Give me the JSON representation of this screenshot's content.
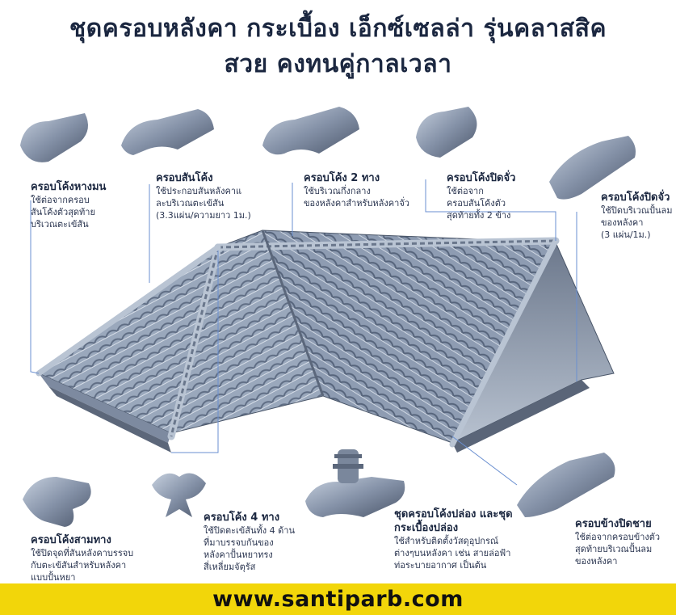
{
  "header": {
    "title_line1": "ชุดครอบหลังคา กระเบื้อง เอ็กซ์เซลล่า รุ่นคลาสสิค",
    "title_line2": "สวย คงทนคู่กาลเวลา"
  },
  "parts": [
    {
      "name": "ครอบโค้งหางมน",
      "lines": [
        "ใช้ต่อจากครอบ",
        "สันโค้งตัวสุดท้าย",
        "บริเวณตะเข้สัน"
      ]
    },
    {
      "name": "ครอบสันโค้ง",
      "lines": [
        "ใช้ประกอบสันหลังคาแ",
        "ละบริเวณตะเข้สัน",
        "(3.3แผ่น/ความยาว 1ม.)"
      ]
    },
    {
      "name": "ครอบโค้ง 2 ทาง",
      "lines": [
        "ใช้บริเวณกึ่งกลาง",
        "ของหลังคาสำหรับหลังคาจั่ว"
      ]
    },
    {
      "name": "ครอบโค้งปิดจั่ว",
      "lines": [
        "ใช้ต่อจาก",
        "ครอบสันโค้งตัว",
        "สุดท้ายทั้ง 2 ข้าง"
      ]
    },
    {
      "name": "ครอบโค้งปิดจั่ว",
      "lines": [
        "ใช้ปิดบริเวณปั้นลม",
        "ของหลังคา",
        "(3 แผ่น/1ม.)"
      ]
    },
    {
      "name": "ครอบโค้งสามทาง",
      "lines": [
        "ใช้ปิดจุดที่สันหลังคาบรรจบ",
        "กับตะเข้สันสำหรับหลังคา",
        "แบบปั้นหยา"
      ]
    },
    {
      "name": "ครอบโค้ง 4 ทาง",
      "lines": [
        "ใช้ปิดตะเข้สันทั้ง 4 ด้าน",
        "ที่มาบรรจบกันของ",
        "หลังคาปั้นหยาทรง",
        "สี่เหลี่ยมจัตุรัส"
      ]
    },
    {
      "name": "ชุดครอบโค้งปล่อง และชุด",
      "name2": "กระเบื้องปล่อง",
      "lines": [
        "ใช้สำหรับติดตั้งวัสดุอุปกรณ์",
        "ต่างๆบนหลังคา เช่น สายล่อฟ้า",
        "ท่อระบายอากาศ เป็นต้น"
      ]
    },
    {
      "name": "ครอบข้างปิดชาย",
      "lines": [
        "ใช้ต่อจากครอบข้างตัว",
        "สุดท้ายบริเวณปั้นลม",
        "ของหลังคา"
      ]
    }
  ],
  "footer": {
    "url": "www.santiparb.com"
  },
  "colors": {
    "accent": "#f2d60a",
    "tile": "#8d9bb0",
    "title": "#1b2740"
  }
}
